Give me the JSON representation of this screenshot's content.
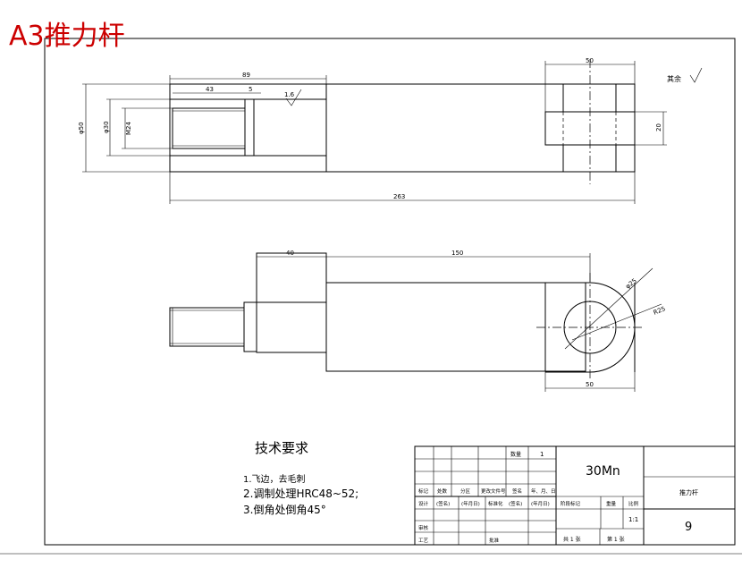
{
  "header": {
    "title": "A3推力杆",
    "title_color": "#cc0000"
  },
  "top_view": {
    "dims": {
      "overall_length": "263",
      "shaft_length": "89",
      "thread_length": "43",
      "chamfer": "5",
      "roughness": "1.6",
      "total_height": "φ50",
      "shaft_dia": "φ30",
      "thread": "M24",
      "fork_width": "50",
      "slot_width": "20"
    }
  },
  "bottom_view": {
    "dims": {
      "step_length": "40",
      "body_length": "150",
      "hole_dia": "φ25",
      "radius": "R25",
      "fork_width": "50"
    }
  },
  "roughness_note": "其余",
  "tech": {
    "title": "技术要求",
    "items": [
      "1.飞边，去毛刺",
      "2.调制处理HRC48~52;",
      "3.倒角处倒角45°"
    ]
  },
  "title_block": {
    "material": "30Mn",
    "part_name": "推力杆",
    "drawing_no": "9",
    "scale": "1:1",
    "qty_label": "数量",
    "qty": "1",
    "rev_headers": [
      "标记",
      "处数",
      "分区",
      "更改文件号",
      "签名",
      "年、月、日"
    ],
    "row_design": [
      "设计",
      "(签名)",
      "(年月日)",
      "标准化",
      "(签名)",
      "(年月日)"
    ],
    "row_review": "审核",
    "row_process": "工艺",
    "row_approve": "批准",
    "stage_label": "阶段标记",
    "weight_label": "重量",
    "scale_label": "比例",
    "sheets_total": "共 1 张",
    "sheet_no": "第 1 张"
  }
}
